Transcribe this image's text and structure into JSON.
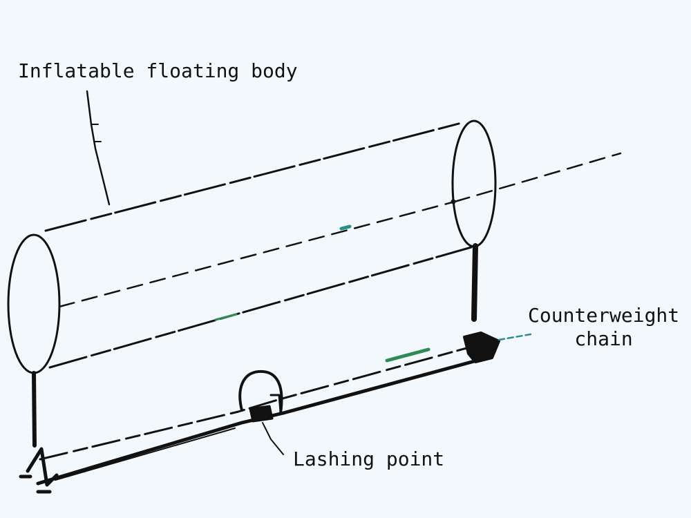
{
  "labels": {
    "floating_body": "Inflatable floating body",
    "counterweight_line1": "Counterweight",
    "counterweight_line2": "chain",
    "lashing_point": "Lashing point"
  },
  "colors": {
    "background": "#f2f8fb",
    "ink": "#111111",
    "accent_green": "#2e8b57",
    "accent_teal": "#2a8c8c"
  }
}
